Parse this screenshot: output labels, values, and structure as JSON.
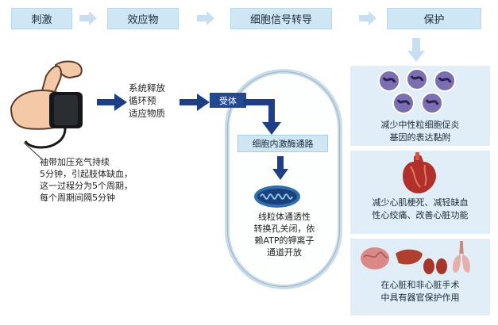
{
  "steps": {
    "stimulus": "刺激",
    "effector": "效应物",
    "signal": "细胞信号转导",
    "protection": "保护"
  },
  "left": {
    "cuff_text": [
      "袖带加压充气持续",
      "5分钟，引起肢体缺血，",
      "这一过程分为5个周期，",
      "每个周期间隔5分钟"
    ],
    "release_text": [
      "系统释放",
      "循环预",
      "适应物质"
    ]
  },
  "capsule": {
    "receptor": "受体",
    "pathway": "细胞内激酶通路",
    "mito_text": [
      "线粒体通透性",
      "转换孔关闭，依",
      "赖ATP的钾离子",
      "通道开放"
    ]
  },
  "protection": {
    "item1": [
      "减少中性粒细胞促炎",
      "基因的表达黏附"
    ],
    "item2": [
      "减少心肌梗死、减轻缺血",
      "性心绞痛、改善心脏功能"
    ],
    "item3": [
      "在心脏和非心脏手术",
      "中具有器官保护作用"
    ]
  },
  "colors": {
    "header_bg": "#cfe6f4",
    "arrow_navy": "#1d3f86",
    "panel_bg": "#e1eef8",
    "receptor": "#24498f"
  }
}
